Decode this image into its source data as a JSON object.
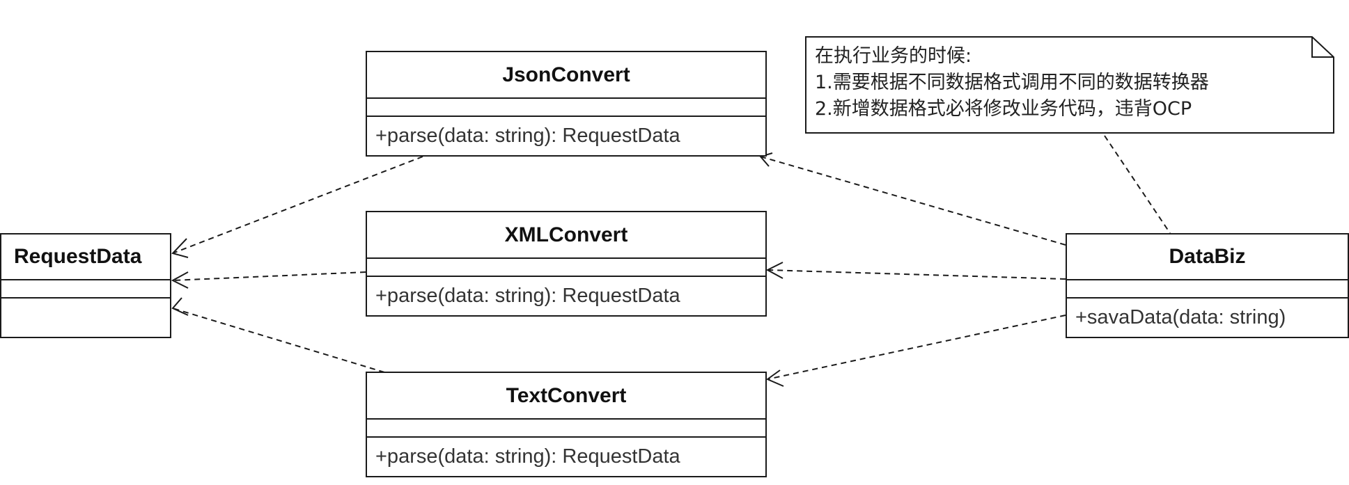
{
  "classes": {
    "request_data": {
      "name": "RequestData",
      "method": ""
    },
    "json_convert": {
      "name": "JsonConvert",
      "method": "+parse(data: string): RequestData"
    },
    "xml_convert": {
      "name": "XMLConvert",
      "method": "+parse(data: string): RequestData"
    },
    "text_convert": {
      "name": "TextConvert",
      "method": "+parse(data: string): RequestData"
    },
    "data_biz": {
      "name": "DataBiz",
      "method": "+savaData(data: string)"
    }
  },
  "note": {
    "lines": [
      "在执行业务的时候:",
      "1.需要根据不同数据格式调用不同的数据转换器",
      "2.新增数据格式必将修改业务代码，违背OCP"
    ]
  },
  "colors": {
    "stroke": "#1a1a1a",
    "background": "#ffffff"
  }
}
